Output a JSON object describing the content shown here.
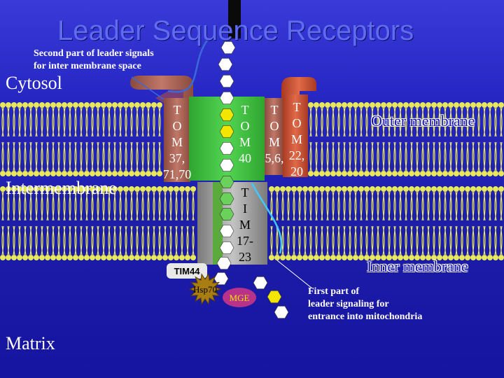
{
  "title": "Leader Sequence Receptors",
  "note_inter": [
    "Second part of leader signals",
    "for inter membrane space"
  ],
  "note_entry": [
    "First part of",
    "leader signaling for",
    "entrance into mitochondria"
  ],
  "regions": {
    "cytosol": "Cytosol",
    "intermembrane": "Intermembrane",
    "matrix": "Matrix",
    "outer_membrane": "Outer membrane",
    "inner_membrane": "Inner membrane"
  },
  "proteins": {
    "tom37": [
      "T",
      "O",
      "M",
      "37,",
      "71,70"
    ],
    "tom40": [
      "T",
      "O",
      "M",
      "40"
    ],
    "tom56": [
      "T",
      "O",
      "M",
      "5,6,"
    ],
    "tom22": [
      "T",
      "O",
      "M",
      "22,",
      "20"
    ],
    "tim1723": [
      "T",
      "I",
      "M",
      "17-",
      "23"
    ],
    "tim44": "TIM44",
    "hsp70": "Hsp70",
    "mge": "MGE"
  },
  "colors": {
    "background": "#2323c0",
    "title": "#5f6cf2",
    "lipid_head": "#e8e85a",
    "lipid_tail": "#e8e85a",
    "tom40_green": "#3cc43c",
    "tim_gray": "#9a9a9a",
    "receptor_brown": "#b06a5c",
    "receptor_red": "#d45a3a",
    "hsp70": "#a87d12",
    "mge": "#b8328a",
    "bead_white": "#ffffff",
    "bead_yellow": "#f2e600",
    "bead_green": "#6ad25a",
    "presequence_line": "#3a6ad8"
  },
  "icons": {
    "bead": "hexagon",
    "hsp70": "starburst"
  }
}
